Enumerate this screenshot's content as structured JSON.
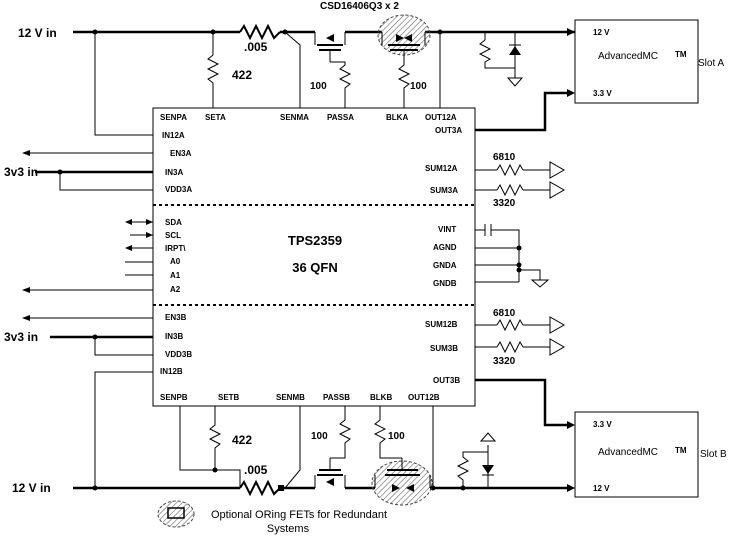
{
  "fet_part": "CSD16406Q3  x 2",
  "ic": {
    "name": "TPS2359",
    "package": "36 QFN"
  },
  "rails": {
    "v12_top": "12 V in",
    "v3_a": "3v3 in",
    "v3_b": "3v3 in",
    "v12_bottom": "12 V in"
  },
  "resistors": {
    "sense_a": ".005",
    "set_a": "422",
    "pass_a": "100",
    "blk_a": "100",
    "sum12a": "6810",
    "sum3a": "3320",
    "sum12b": "6810",
    "sum3b": "3320",
    "set_b": "422",
    "pass_b": "100",
    "blk_b": "100",
    "sense_b": ".005"
  },
  "pins_left_a": [
    "IN12A",
    "EN3A",
    "IN3A",
    "VDD3A"
  ],
  "pins_top_a": [
    "SENPA",
    "SETA",
    "SENMA",
    "PASSA",
    "BLKA",
    "OUT12A"
  ],
  "pins_right_a": [
    "OUT3A",
    "SUM12A",
    "SUM3A"
  ],
  "pins_left_mid": [
    "SDA",
    "SCL",
    "IRPT\\",
    "A0",
    "A1",
    "A2"
  ],
  "pins_right_mid": [
    "VINT",
    "AGND",
    "GNDA",
    "GNDB"
  ],
  "pins_left_b": [
    "EN3B",
    "IN3B",
    "VDD3B",
    "IN12B"
  ],
  "pins_right_b": [
    "SUM12B",
    "SUM3B",
    "OUT3B"
  ],
  "pins_bottom_b": [
    "SENPB",
    "SETB",
    "SENMB",
    "PASSB",
    "BLKB",
    "OUT12B"
  ],
  "slot_a": {
    "v12": "12 V",
    "name": "AdvancedMC",
    "tm": "TM",
    "v33": "3.3 V",
    "label": "Slot A"
  },
  "slot_b": {
    "v33": "3.3 V",
    "name": "AdvancedMC",
    "tm": "TM",
    "v12": "12 V",
    "label": "Slot B"
  },
  "legend": {
    "line1": "Optional ORing FETs for Redundant",
    "line2": "Systems"
  }
}
